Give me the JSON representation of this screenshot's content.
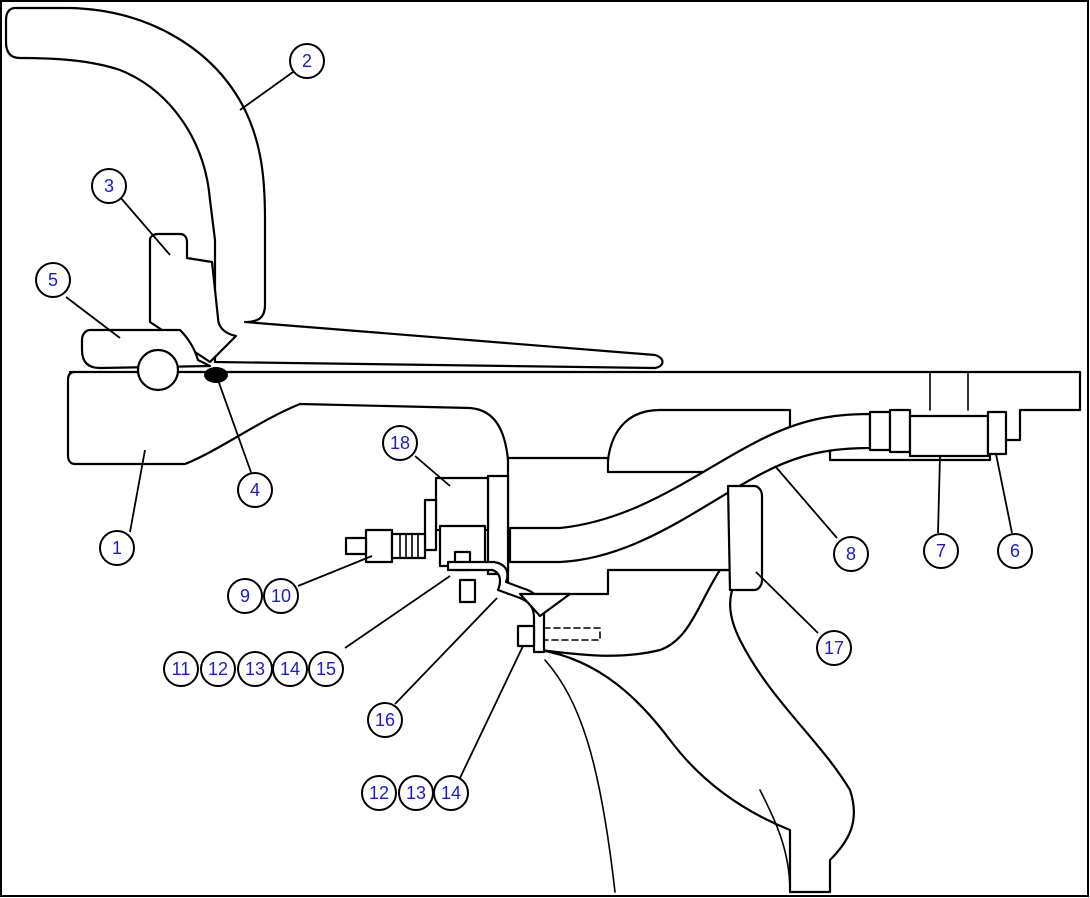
{
  "callouts": [
    {
      "id": "c1",
      "label": "1"
    },
    {
      "id": "c2",
      "label": "2"
    },
    {
      "id": "c3",
      "label": "3"
    },
    {
      "id": "c4",
      "label": "4"
    },
    {
      "id": "c5",
      "label": "5"
    },
    {
      "id": "c6",
      "label": "6"
    },
    {
      "id": "c7",
      "label": "7"
    },
    {
      "id": "c8",
      "label": "8"
    },
    {
      "id": "c9",
      "label": "9"
    },
    {
      "id": "c10",
      "label": "10"
    },
    {
      "id": "c11",
      "label": "11"
    },
    {
      "id": "c12a",
      "label": "12"
    },
    {
      "id": "c13a",
      "label": "13"
    },
    {
      "id": "c14a",
      "label": "14"
    },
    {
      "id": "c15",
      "label": "15"
    },
    {
      "id": "c16",
      "label": "16"
    },
    {
      "id": "c17",
      "label": "17"
    },
    {
      "id": "c18",
      "label": "18"
    },
    {
      "id": "c12b",
      "label": "12"
    },
    {
      "id": "c13b",
      "label": "13"
    },
    {
      "id": "c14b",
      "label": "14"
    }
  ],
  "colors": {
    "line": "#000000",
    "callout_text": "#1a1ad6",
    "background": "#ffffff"
  }
}
